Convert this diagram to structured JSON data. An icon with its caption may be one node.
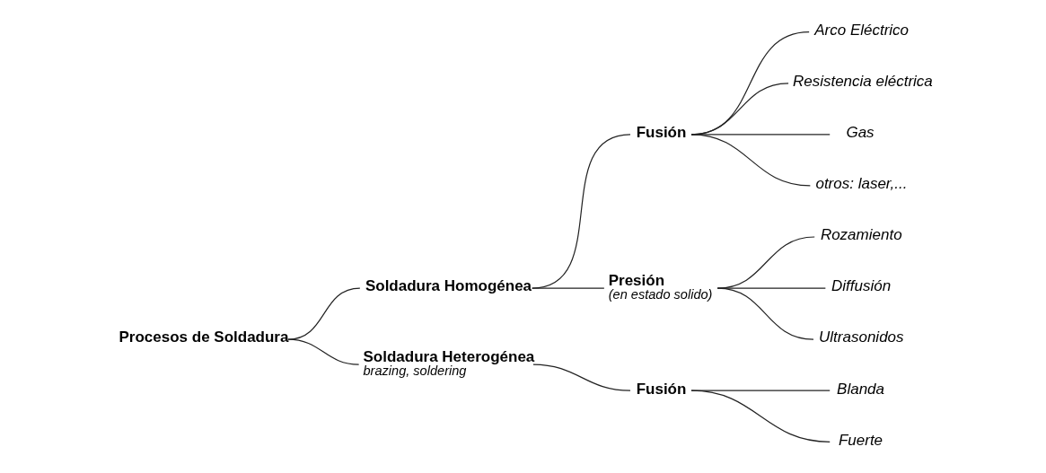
{
  "diagram": {
    "nodes": [
      {
        "text": [
          "Procesos de Soldadura"
        ]
      },
      {
        "text": [
          "Soldadura Homogénea"
        ]
      },
      {
        "text": [
          "Fusión"
        ]
      },
      {
        "text": [
          "Arco Eléctrico"
        ]
      },
      {
        "text": [
          "Resistencia eléctrica"
        ]
      },
      {
        "text": [
          "Gas"
        ]
      },
      {
        "text": [
          "otros: laser,..."
        ]
      },
      {
        "text": [
          "Presión",
          "(en estado solido)"
        ]
      },
      {
        "text": [
          "Rozamiento"
        ]
      },
      {
        "text": [
          "Diffusión"
        ]
      },
      {
        "text": [
          "Ultrasonidos"
        ]
      },
      {
        "text": [
          "Soldadura Heterogénea",
          "brazing, soldering"
        ]
      },
      {
        "text": [
          "Fusión"
        ]
      },
      {
        "text": [
          "Blanda"
        ]
      },
      {
        "text": [
          "Fuerte"
        ]
      }
    ],
    "edges": [
      {
        "from": 0,
        "to": 1,
        "arrow": "none"
      },
      {
        "from": 0,
        "to": 11,
        "arrow": "none"
      },
      {
        "from": 1,
        "to": 2,
        "arrow": "none"
      },
      {
        "from": 1,
        "to": 7,
        "arrow": "none"
      },
      {
        "from": 2,
        "to": 3,
        "arrow": "none"
      },
      {
        "from": 2,
        "to": 4,
        "arrow": "none"
      },
      {
        "from": 2,
        "to": 5,
        "arrow": "none"
      },
      {
        "from": 2,
        "to": 6,
        "arrow": "none"
      },
      {
        "from": 7,
        "to": 8,
        "arrow": "none"
      },
      {
        "from": 7,
        "to": 9,
        "arrow": "none"
      },
      {
        "from": 7,
        "to": 10,
        "arrow": "none"
      },
      {
        "from": 11,
        "to": 12,
        "arrow": "none"
      },
      {
        "from": 12,
        "to": 13,
        "arrow": "none"
      },
      {
        "from": 12,
        "to": 14,
        "arrow": "none"
      }
    ]
  }
}
